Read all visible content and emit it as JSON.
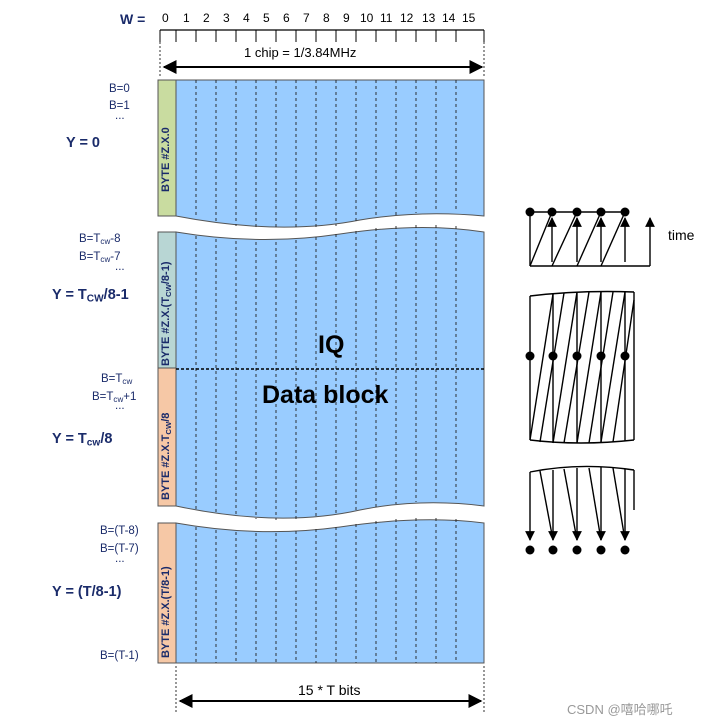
{
  "w_axis": {
    "label": "W =",
    "ticks": [
      "0",
      "1",
      "2",
      "3",
      "4",
      "5",
      "6",
      "7",
      "8",
      "9",
      "10",
      "11",
      "12",
      "13",
      "14",
      "15"
    ]
  },
  "chip_label": "1    chip   = 1/3.84MHz",
  "bits_label": "15 * T bits",
  "center": {
    "line1": "IQ",
    "line2": "Data block"
  },
  "blocks": {
    "block1": {
      "byte_label": "BYTE #Z.X.0",
      "b_labels": [
        "B=0",
        "B=1",
        "..."
      ],
      "y_label": "Y = 0",
      "color": "#c9dca0"
    },
    "block2": {
      "byte_label_a_main": "BYTE #Z.X.(T",
      "byte_label_a_sub": "CW",
      "byte_label_a_end": "/8-1)",
      "byte_label_b_main": "BYTE #Z.X.T",
      "byte_label_b_sub": "CW",
      "byte_label_b_end": "/8",
      "b_labels_a": [
        {
          "main": "B=T",
          "sub": "cw",
          "end": "-8"
        },
        {
          "main": "B=T",
          "sub": "cw",
          "end": "-7"
        },
        {
          "main": "...",
          "sub": "",
          "end": ""
        }
      ],
      "y_label_a": {
        "main": "Y = T",
        "sub": "CW",
        "end": "/8-1"
      },
      "b_labels_b": [
        {
          "main": "B=T",
          "sub": "cw",
          "end": ""
        },
        {
          "main": "B=T",
          "sub": "cw",
          "end": "+1"
        },
        {
          "main": "...",
          "sub": "",
          "end": ""
        }
      ],
      "y_label_b": {
        "main": "Y = T",
        "sub": "cw",
        "end": "/8"
      },
      "color_a": "#b8d6d4",
      "color_b": "#f6c8a6"
    },
    "block3": {
      "byte_label": "BYTE #Z.X.(T/8-1)",
      "b_labels": [
        "B=(T-8)",
        "B=(T-7)",
        "..."
      ],
      "b_last": "B=(T-1)",
      "y_label": "Y = (T/8-1)",
      "color": "#f6c8a6"
    }
  },
  "right_diagram": {
    "time_label": "time"
  },
  "colors": {
    "cell_fill": "#99ccff",
    "dark_navy": "#1a2b6a"
  },
  "watermark": "CSDN @嘻哈哪吒"
}
